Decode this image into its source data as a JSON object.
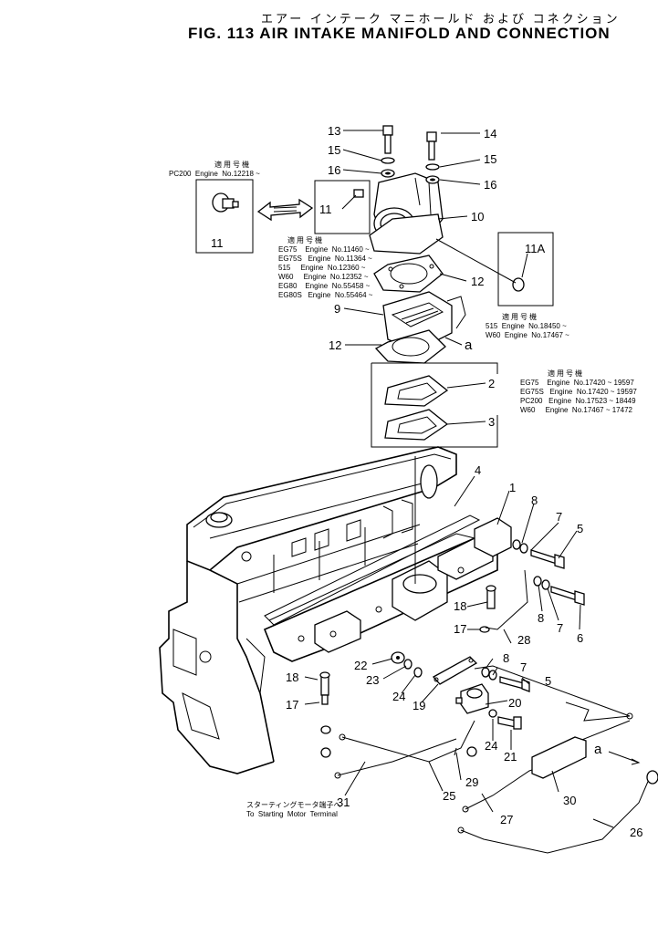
{
  "title": {
    "japanese": "エアー インテーク マニホールド および コネクション",
    "english": "FIG. 113  AIR INTAKE MANIFOLD AND CONNECTION"
  },
  "part_numbers": {
    "p13": "13",
    "p14": "14",
    "p15a": "15",
    "p15b": "15",
    "p16a": "16",
    "p16b": "16",
    "p11box": "11",
    "p11": "11",
    "p10": "10",
    "p11A": "11A",
    "p12a": "12",
    "p12b": "12",
    "p9": "9",
    "pa1": "a",
    "p2": "2",
    "p3": "3",
    "p4": "4",
    "p1": "1",
    "p8a": "8",
    "p7a": "7",
    "p5a": "5",
    "p8b": "8",
    "p7b": "7",
    "p6": "6",
    "p18a": "18",
    "p17a": "17",
    "p28": "28",
    "p22": "22",
    "p23": "23",
    "p24a": "24",
    "p19": "19",
    "p8c": "8",
    "p7c": "7",
    "p5b": "5",
    "p20": "20",
    "p18b": "18",
    "p17b": "17",
    "p24b": "24",
    "p21": "21",
    "p29": "29",
    "p25": "25",
    "p31": "31",
    "p27": "27",
    "p30": "30",
    "pa2": "a",
    "p26": "26"
  },
  "notes": {
    "pc200_top": {
      "head": "適用号機",
      "lines": [
        "PC200  Engine  No.12218 ~"
      ]
    },
    "left_box": {
      "head": "適用号機",
      "lines": [
        "EG75    Engine  No.11460 ~",
        "EG75S   Engine  No.11364 ~",
        "515     Engine  No.12360 ~",
        "W60     Engine  No.12352 ~",
        "EG80    Engine  No.55458 ~",
        "EG80S   Engine  No.55464 ~"
      ]
    },
    "right_box": {
      "head": "適用号機",
      "lines": [
        "515  Engine  No.18450 ~",
        "W60  Engine  No.17467 ~"
      ]
    },
    "gasket_box": {
      "head": "適用号機",
      "lines": [
        "EG75    Engine  No.17420 ~ 19597",
        "EG75S   Engine  No.17420 ~ 19597",
        "PC200   Engine  No.17523 ~ 18449",
        "W60     Engine  No.17467 ~ 17472"
      ]
    },
    "starting_motor": {
      "jp": "スターティングモータ端子へ",
      "en": "To  Starting  Motor  Terminal"
    }
  }
}
